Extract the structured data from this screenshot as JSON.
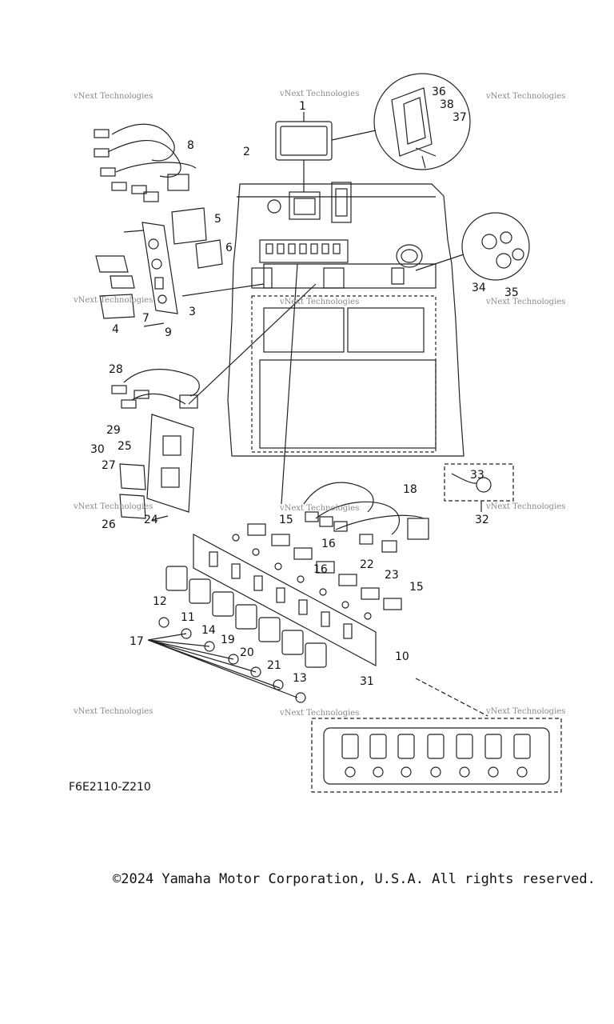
{
  "diagram": {
    "code": "F6E2110-Z210",
    "watermark_text": "vNext Technologies",
    "callouts": [
      "1",
      "2",
      "3",
      "4",
      "5",
      "6",
      "7",
      "8",
      "9",
      "10",
      "11",
      "12",
      "13",
      "14",
      "15",
      "15",
      "16",
      "16",
      "17",
      "18",
      "19",
      "20",
      "21",
      "22",
      "23",
      "24",
      "25",
      "26",
      "27",
      "28",
      "29",
      "30",
      "31",
      "32",
      "33",
      "34",
      "35",
      "36",
      "37",
      "38"
    ]
  },
  "footer": {
    "copyright": "©2024 Yamaha Motor Corporation, U.S.A. All rights reserved."
  }
}
